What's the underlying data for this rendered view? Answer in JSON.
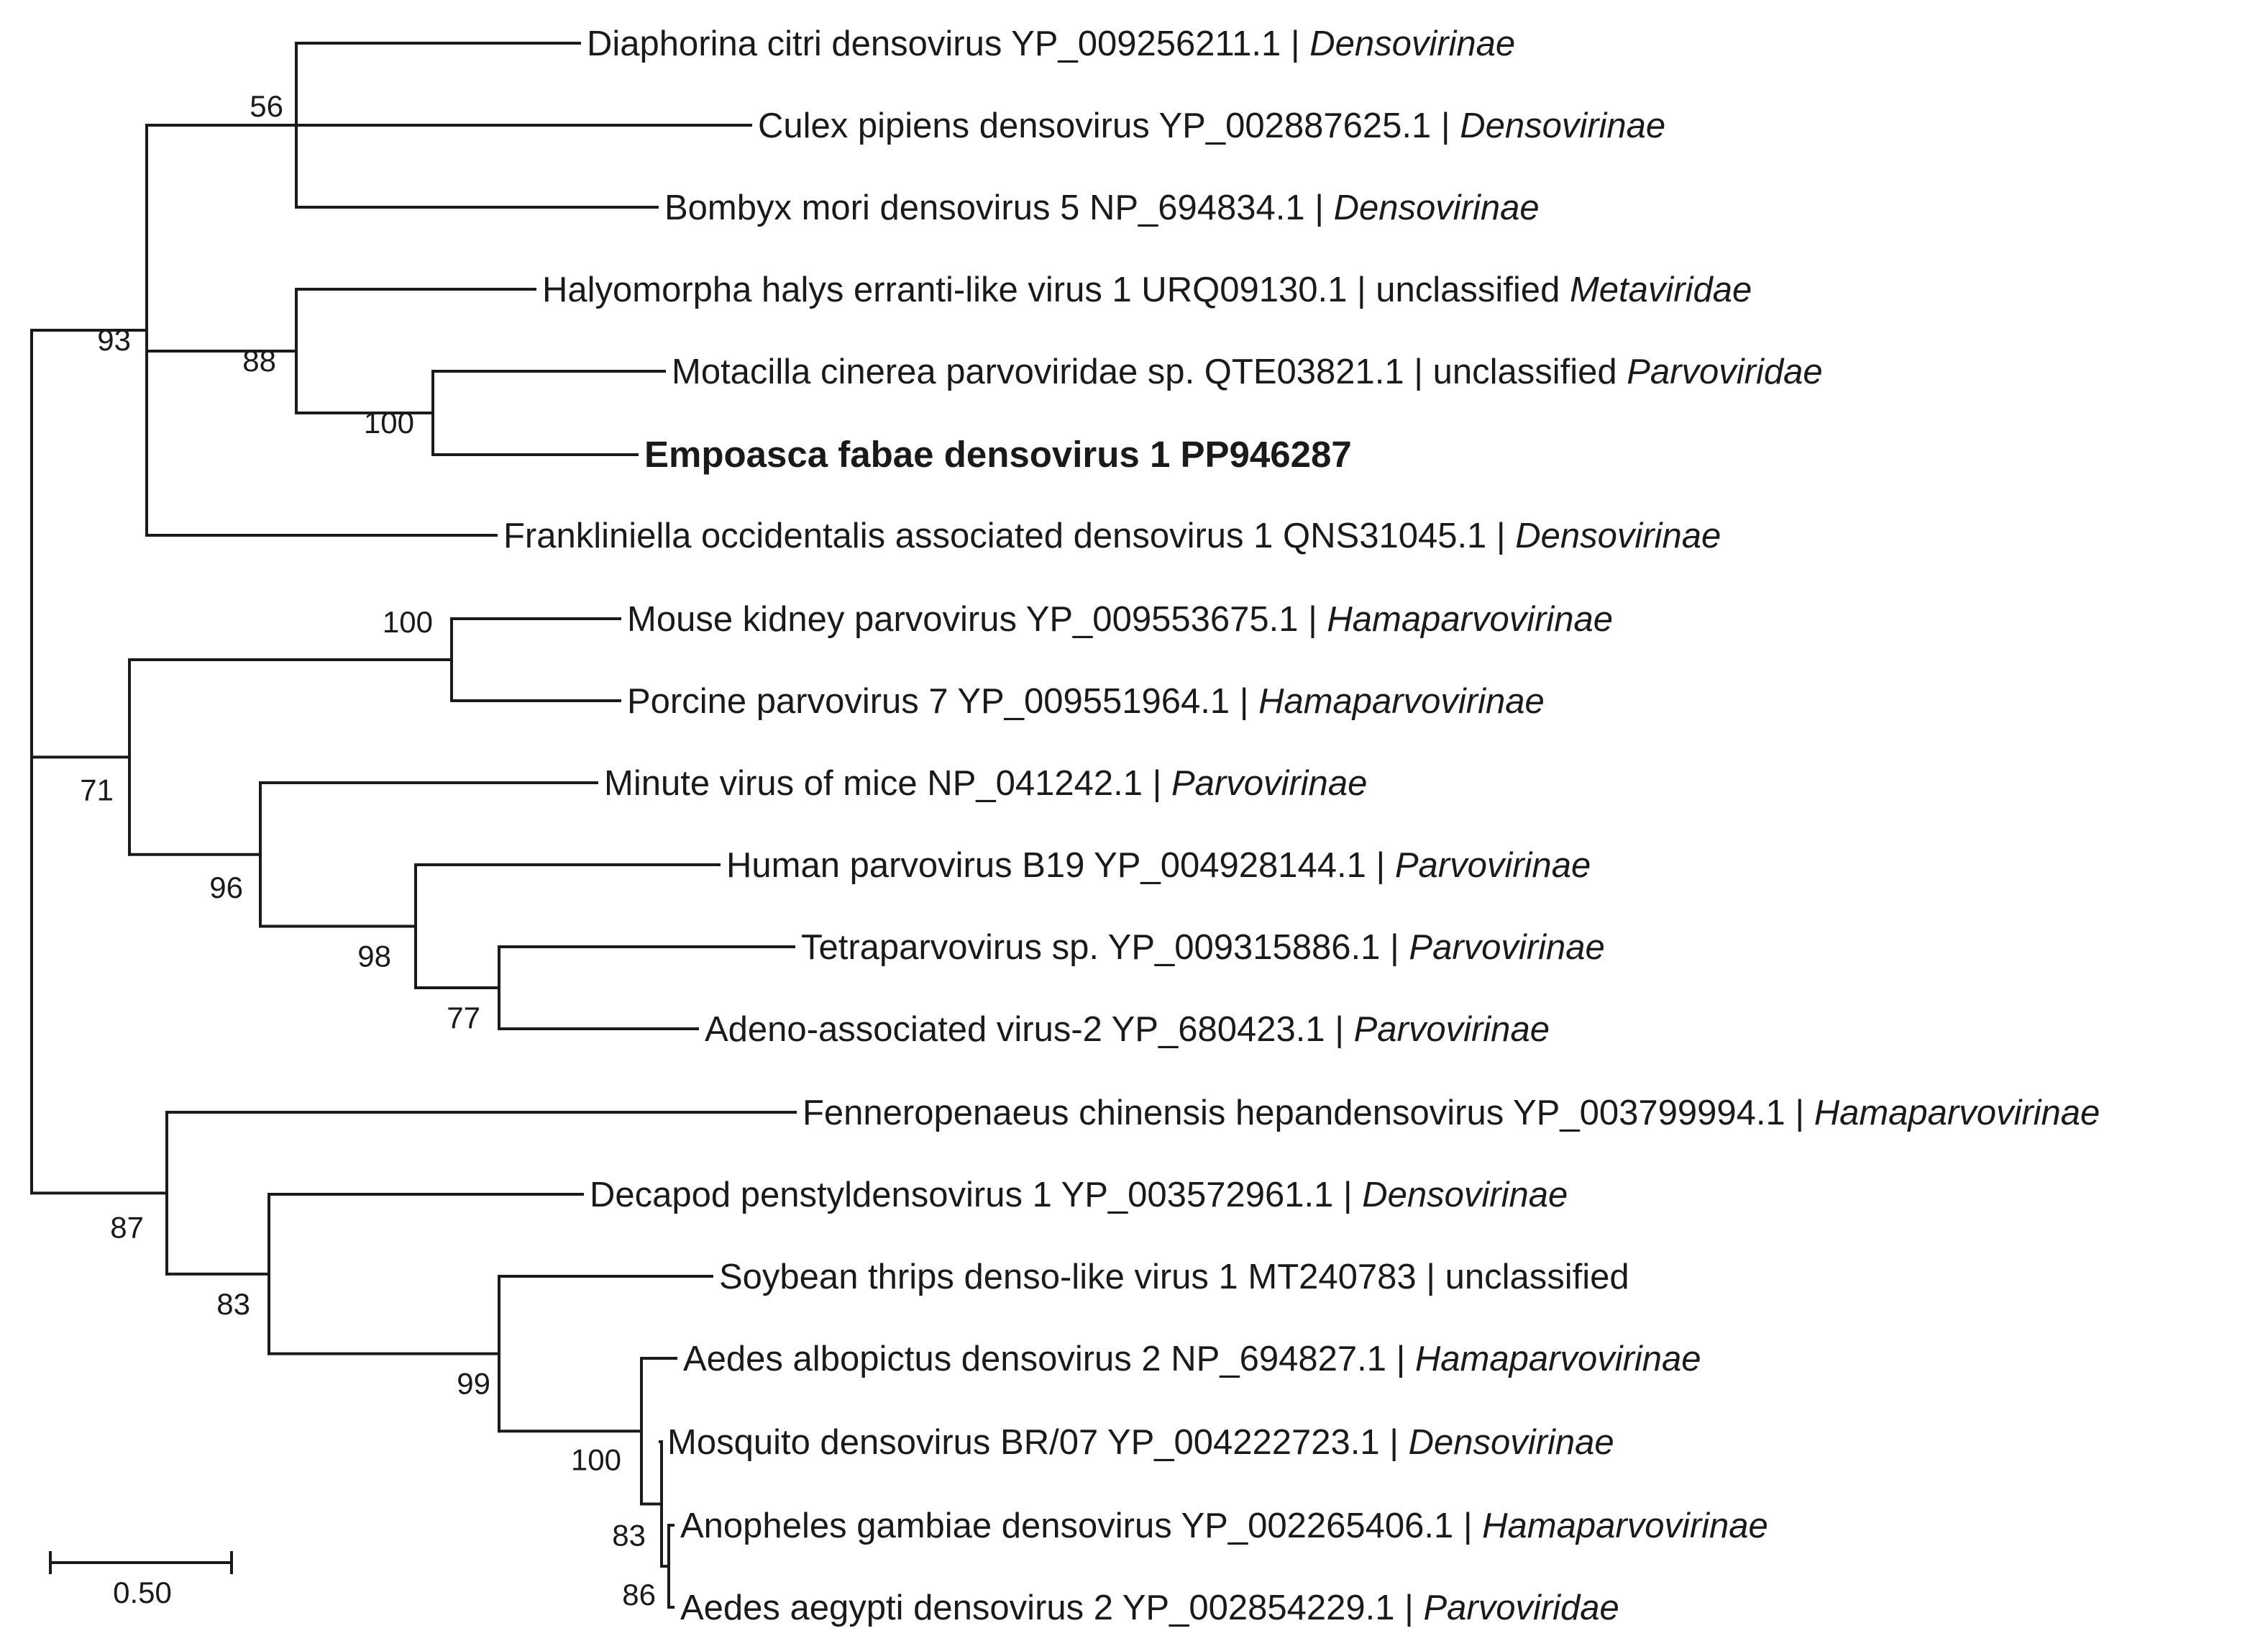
{
  "tree": {
    "leaves": [
      {
        "id": "diaphorina",
        "name": "Diaphorina citri densovirus YP_009256211.1",
        "sep": " | ",
        "taxon": "Densovirinae",
        "taxon_italic": true
      },
      {
        "id": "culex",
        "name": "Culex pipiens densovirus YP_002887625.1",
        "sep": " | ",
        "taxon": "Densovirinae",
        "taxon_italic": true
      },
      {
        "id": "bombyx",
        "name": "Bombyx mori densovirus 5 NP_694834.1",
        "sep": " | ",
        "taxon": "Densovirinae",
        "taxon_italic": true
      },
      {
        "id": "halyomorpha",
        "name": "Halyomorpha halys erranti-like virus 1 URQ09130.1",
        "sep": " | unclassified ",
        "taxon": "Metaviridae",
        "taxon_italic": true
      },
      {
        "id": "motacilla",
        "name": "Motacilla cinerea parvoviridae sp. QTE03821.1",
        "sep": " | unclassified ",
        "taxon": "Parvoviridae",
        "taxon_italic": true
      },
      {
        "id": "empoasca",
        "name": "Empoasca fabae densovirus 1 PP946287",
        "sep": "",
        "taxon": "",
        "taxon_italic": false,
        "bold": true
      },
      {
        "id": "frankliniella",
        "name": "Frankliniella occidentalis associated densovirus 1 QNS31045.1",
        "sep": " | ",
        "taxon": "Densovirinae",
        "taxon_italic": true
      },
      {
        "id": "mouse_kidney",
        "name": "Mouse kidney parvovirus YP_009553675.1",
        "sep": " | ",
        "taxon": "Hamaparvovirinae",
        "taxon_italic": true
      },
      {
        "id": "porcine",
        "name": "Porcine parvovirus 7 YP_009551964.1",
        "sep": " | ",
        "taxon": "Hamaparvovirinae",
        "taxon_italic": true
      },
      {
        "id": "minute",
        "name": "Minute virus of mice NP_041242.1",
        "sep": " | ",
        "taxon": "Parvovirinae",
        "taxon_italic": true
      },
      {
        "id": "human_b19",
        "name": "Human parvovirus B19 YP_004928144.1",
        "sep": " | ",
        "taxon": "Parvovirinae",
        "taxon_italic": true
      },
      {
        "id": "tetra",
        "name": "Tetraparvovirus sp. YP_009315886.1",
        "sep": " | ",
        "taxon": "Parvovirinae",
        "taxon_italic": true
      },
      {
        "id": "aav2",
        "name": "Adeno-associated virus-2 YP_680423.1",
        "sep": " | ",
        "taxon": "Parvovirinae",
        "taxon_italic": true
      },
      {
        "id": "fenneropenaeus",
        "name": "Fenneropenaeus chinensis hepandensovirus YP_003799994.1",
        "sep": " | ",
        "taxon": "Hamaparvovirinae",
        "taxon_italic": true
      },
      {
        "id": "decapod",
        "name": "Decapod penstyldensovirus 1 YP_003572961.1",
        "sep": " | ",
        "taxon": "Densovirinae",
        "taxon_italic": true
      },
      {
        "id": "soybean",
        "name": "Soybean thrips denso-like virus 1 MT240783",
        "sep": " | unclassified",
        "taxon": "",
        "taxon_italic": false
      },
      {
        "id": "aedes_albo",
        "name": "Aedes albopictus densovirus 2 NP_694827.1",
        "sep": " | ",
        "taxon": "Hamaparvovirinae",
        "taxon_italic": true
      },
      {
        "id": "mosquito_br07",
        "name": "Mosquito densovirus BR/07 YP_004222723.1",
        "sep": " | ",
        "taxon": "Densovirinae",
        "taxon_italic": true
      },
      {
        "id": "anopheles",
        "name": "Anopheles gambiae densovirus YP_002265406.1",
        "sep": " | ",
        "taxon": "Hamaparvovirinae",
        "taxon_italic": true
      },
      {
        "id": "aedes_aeg",
        "name": "Aedes aegypti densovirus 2 YP_002854229.1",
        "sep": " | ",
        "taxon": "Parvoviridae",
        "taxon_italic": true
      }
    ],
    "bootstrap": {
      "n56": "56",
      "n93": "93",
      "n88": "88",
      "n100a": "100",
      "n71": "71",
      "n100b": "100",
      "n96": "96",
      "n98": "98",
      "n77": "77",
      "n87": "87",
      "n83a": "83",
      "n99": "99",
      "n100c": "100",
      "n83b": "83",
      "n86": "86"
    },
    "scale_bar": {
      "label": "0.50"
    }
  }
}
